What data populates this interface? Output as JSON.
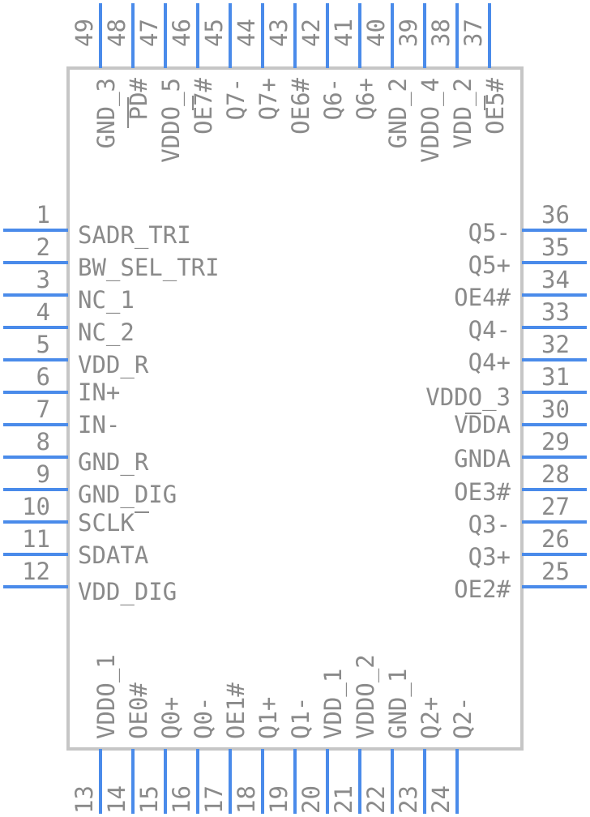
{
  "colors": {
    "body_outline": "#c6c6c6",
    "pin": "#4a8bea",
    "text": "#8a8a8a"
  },
  "pins": {
    "left": [
      {
        "num": "1",
        "name": "SADR_TRI"
      },
      {
        "num": "2",
        "name": "BW_SEL_TRI"
      },
      {
        "num": "3",
        "name": "NC_1"
      },
      {
        "num": "4",
        "name": "NC_2"
      },
      {
        "num": "5",
        "name": "VDD_R"
      },
      {
        "num": "6",
        "name": "IN+"
      },
      {
        "num": "7",
        "name": "IN-"
      },
      {
        "num": "8",
        "name": "GND_R"
      },
      {
        "num": "9",
        "name": "GND_DIG"
      },
      {
        "num": "10",
        "name": "SCLK"
      },
      {
        "num": "11",
        "name": "SDATA"
      },
      {
        "num": "12",
        "name": "VDD_DIG"
      }
    ],
    "bottom": [
      {
        "num": "13",
        "name": "VDDO_1"
      },
      {
        "num": "14",
        "name": "OE0#"
      },
      {
        "num": "15",
        "name": "Q0+"
      },
      {
        "num": "16",
        "name": "Q0-"
      },
      {
        "num": "17",
        "name": "OE1#"
      },
      {
        "num": "18",
        "name": "Q1+"
      },
      {
        "num": "19",
        "name": "Q1-"
      },
      {
        "num": "20",
        "name": "VDD_1"
      },
      {
        "num": "21",
        "name": "VDDO_2"
      },
      {
        "num": "22",
        "name": "GND_1"
      },
      {
        "num": "23",
        "name": "Q2+"
      },
      {
        "num": "24",
        "name": "Q2-"
      }
    ],
    "right": [
      {
        "num": "36",
        "name": "Q5-"
      },
      {
        "num": "35",
        "name": "Q5+"
      },
      {
        "num": "34",
        "name": "OE4#"
      },
      {
        "num": "33",
        "name": "Q4-"
      },
      {
        "num": "32",
        "name": "Q4+"
      },
      {
        "num": "31",
        "name": "VDDO_3"
      },
      {
        "num": "30",
        "name": "VDDA"
      },
      {
        "num": "29",
        "name": "GNDA"
      },
      {
        "num": "28",
        "name": "OE3#"
      },
      {
        "num": "27",
        "name": "Q3-"
      },
      {
        "num": "26",
        "name": "Q3+"
      },
      {
        "num": "25",
        "name": "OE2#"
      }
    ],
    "top": [
      {
        "num": "49",
        "name": "GND_3"
      },
      {
        "num": "48",
        "name": "PD#"
      },
      {
        "num": "47",
        "name": "VDDO_5"
      },
      {
        "num": "46",
        "name": "OE7#"
      },
      {
        "num": "45",
        "name": "Q7-"
      },
      {
        "num": "44",
        "name": "Q7+"
      },
      {
        "num": "43",
        "name": "OE6#"
      },
      {
        "num": "42",
        "name": "Q6-"
      },
      {
        "num": "41",
        "name": "Q6+"
      },
      {
        "num": "40",
        "name": "GND_2"
      },
      {
        "num": "39",
        "name": "VDDO_4"
      },
      {
        "num": "38",
        "name": "VDD_2"
      },
      {
        "num": "37",
        "name": "OE5#"
      }
    ]
  }
}
